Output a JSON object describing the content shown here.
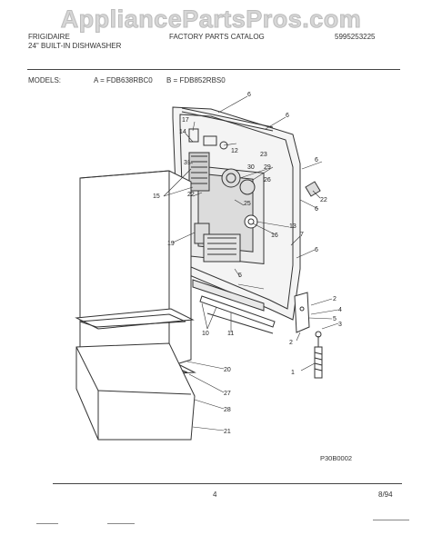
{
  "watermark": "AppliancePartsPros.com",
  "header": {
    "brand": "FRIGIDAIRE",
    "product": "24\" BUILT-IN DISHWASHER",
    "catalog": "FACTORY PARTS CATALOG",
    "part_number": "5995253225"
  },
  "models": {
    "label": "MODELS:",
    "a": "A = FDB638RBC0",
    "b": "B = FDB852RBS0"
  },
  "callouts": [
    "1",
    "2",
    "2",
    "3",
    "4",
    "5",
    "5",
    "6",
    "6",
    "6",
    "6",
    "6",
    "7",
    "10",
    "11",
    "12",
    "13",
    "14",
    "15",
    "16",
    "17",
    "19",
    "20",
    "21",
    "22",
    "22",
    "23",
    "25",
    "26",
    "27",
    "28",
    "29",
    "30",
    "31"
  ],
  "figure_code": "P30B0002",
  "footer": {
    "page": "4",
    "date": "8/94"
  }
}
